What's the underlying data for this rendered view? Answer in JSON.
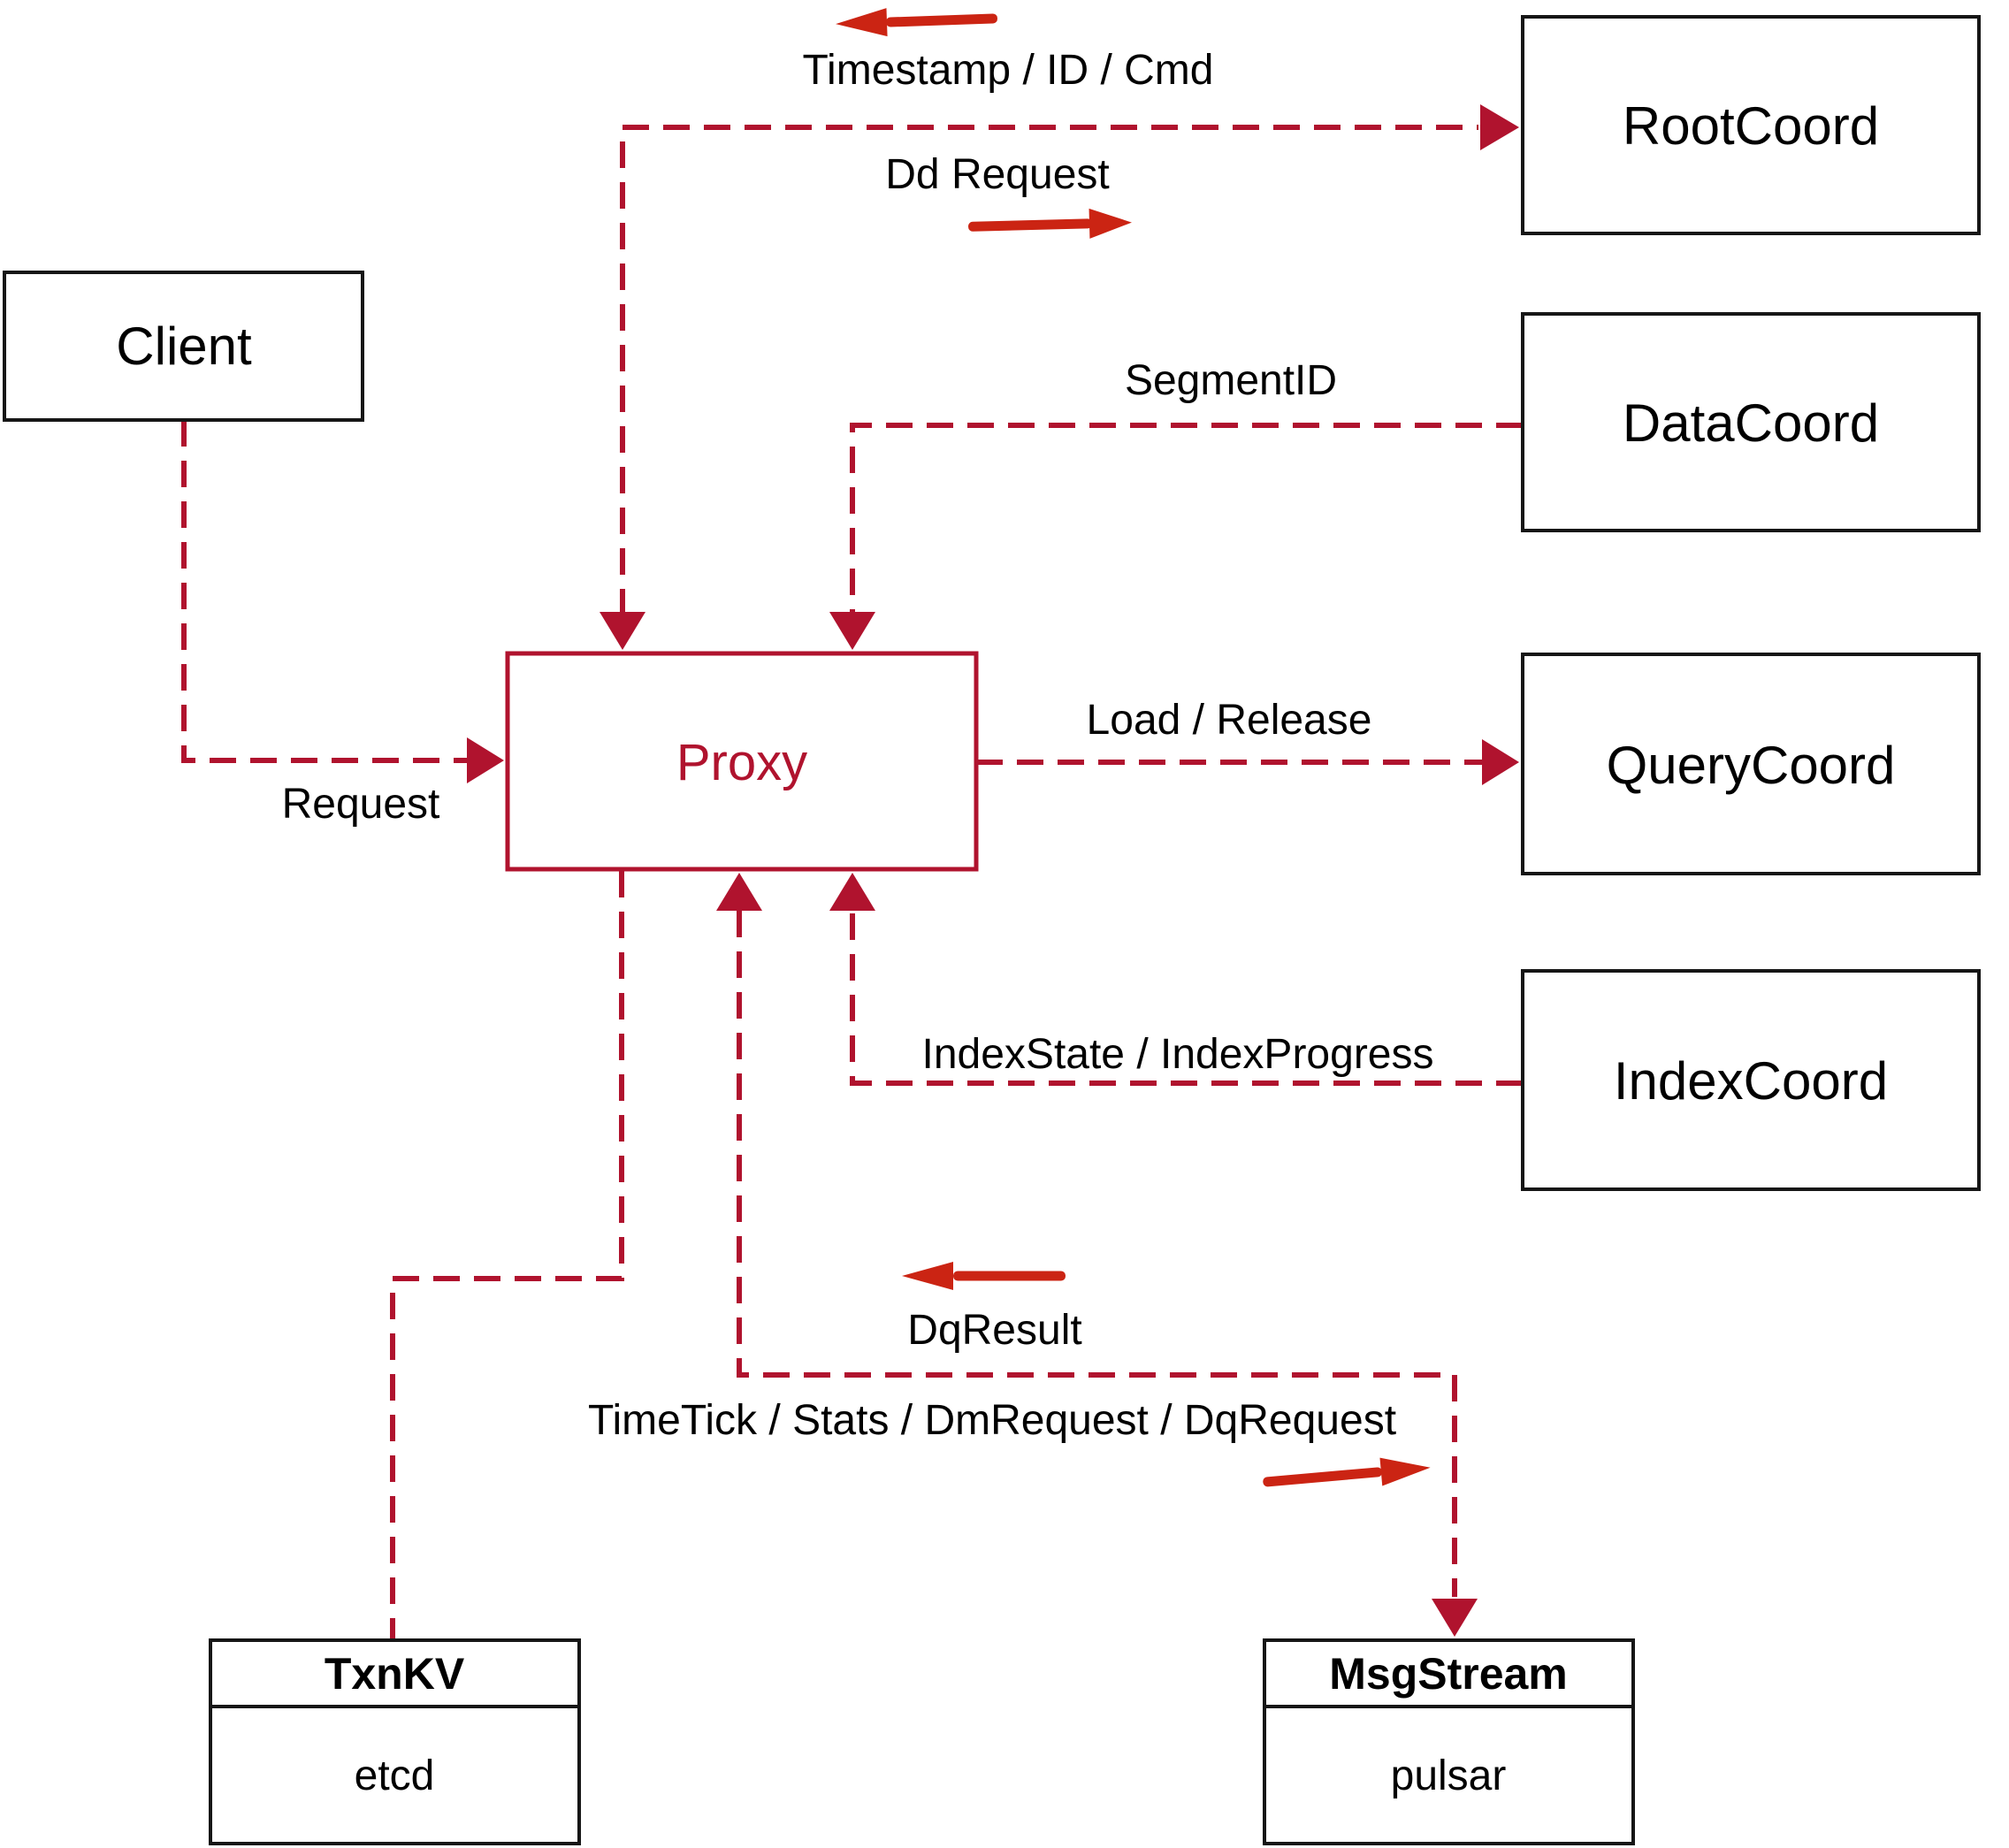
{
  "diagram": {
    "colors": {
      "line_red": "#b0132e",
      "arrow_red": "#cb2413",
      "box_black": "#161616",
      "text_black": "#000000",
      "background": "#ffffff"
    },
    "nodes": {
      "client": {
        "label": "Client"
      },
      "proxy": {
        "label": "Proxy"
      },
      "root_coord": {
        "label": "RootCoord"
      },
      "data_coord": {
        "label": "DataCoord"
      },
      "query_coord": {
        "label": "QueryCoord"
      },
      "index_coord": {
        "label": "IndexCoord"
      },
      "txn_kv": {
        "title": "TxnKV",
        "impl": "etcd"
      },
      "msg_stream": {
        "title": "MsgStream",
        "impl": "pulsar"
      }
    },
    "edges": {
      "client_to_proxy": {
        "label": "Request"
      },
      "rootcoord_response": {
        "label": "Timestamp / ID / Cmd",
        "direction": "left"
      },
      "rootcoord_request": {
        "label": "Dd Request",
        "direction": "right"
      },
      "datacoord_to_proxy": {
        "label": "SegmentID"
      },
      "proxy_to_querycoord": {
        "label": "Load / Release"
      },
      "indexcoord_to_proxy": {
        "label": "IndexState / IndexProgress"
      },
      "msgstream_response": {
        "label": "DqResult",
        "direction": "left"
      },
      "proxy_to_msgstream": {
        "label": "TimeTick / Stats / DmRequest / DqRequest",
        "direction": "right"
      }
    }
  }
}
